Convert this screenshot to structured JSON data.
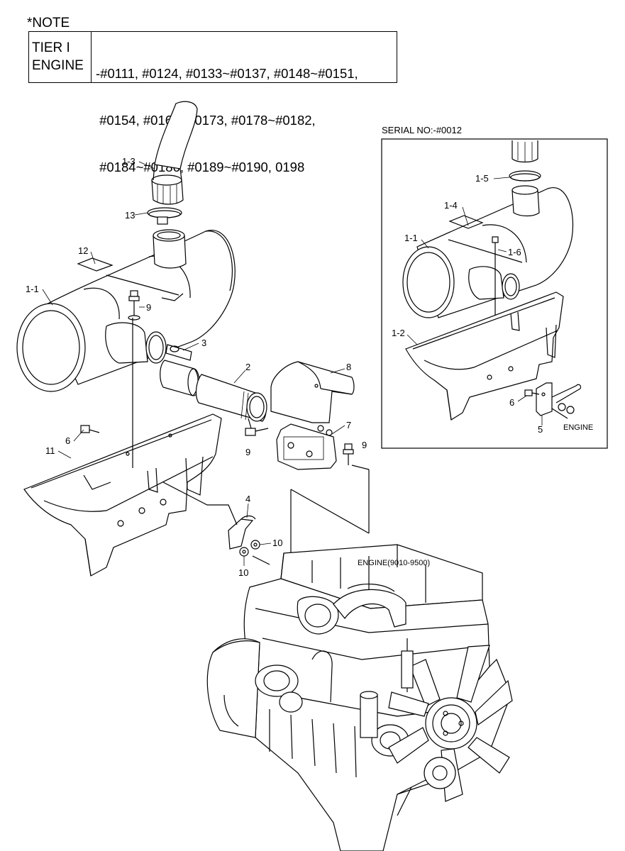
{
  "note": {
    "title": "*NOTE",
    "engine_line1": "TIER I",
    "engine_line2": "ENGINE",
    "serial_lines": [
      "-#0111, #0124, #0133~#0137, #0148~#0151,",
      " #0154, #0161~#0173, #0178~#0182,",
      " #0184~#0186, #0189~#0190, 0198"
    ]
  },
  "inset": {
    "title": "SERIAL NO:-#0012",
    "engine_label": "ENGINE"
  },
  "engine_label": "ENGINE(9010-9500)",
  "callouts": {
    "c1_3": "1-3",
    "c13": "13",
    "c12": "12",
    "c1_1": "1-1",
    "c9a": "9",
    "c3": "3",
    "c2": "2",
    "c8": "8",
    "c7": "7",
    "c9b": "9",
    "c9c": "9",
    "c6": "6",
    "c11": "11",
    "c4": "4",
    "c10a": "10",
    "c10b": "10",
    "i1_5": "1-5",
    "i1_4": "1-4",
    "i1_1": "1-1",
    "i1_6": "1-6",
    "i1_2": "1-2",
    "i6": "6",
    "i5": "5"
  }
}
